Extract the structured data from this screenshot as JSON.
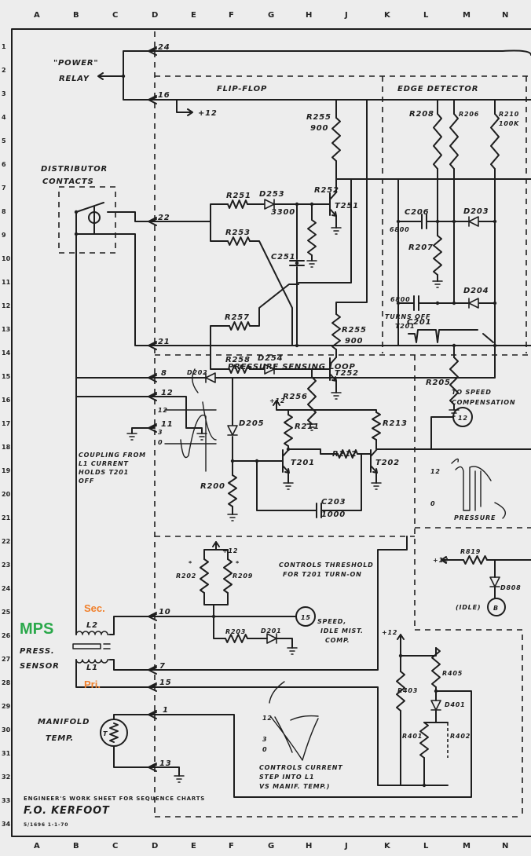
{
  "grid": {
    "columns": [
      "A",
      "B",
      "C",
      "D",
      "E",
      "F",
      "G",
      "H",
      "J",
      "K",
      "L",
      "M",
      "N"
    ],
    "rows": [
      "1",
      "2",
      "3",
      "4",
      "5",
      "6",
      "7",
      "8",
      "9",
      "10",
      "11",
      "12",
      "13",
      "14",
      "15",
      "16",
      "17",
      "18",
      "19",
      "20",
      "21",
      "22",
      "23",
      "24",
      "25",
      "26",
      "27",
      "28",
      "29",
      "30",
      "31",
      "32",
      "33",
      "34"
    ]
  },
  "sections": {
    "flip_flop": "FLIP-FLOP",
    "edge_detector": "EDGE DETECTOR",
    "pressure_loop": "PRESSURE SENSING LOOP"
  },
  "terminals": {
    "t24": "24",
    "t16": "16",
    "t22": "22",
    "t21": "21",
    "t12": "12",
    "t11": "11",
    "t8": "8",
    "t10": "10",
    "t7": "7",
    "t15": "15",
    "t1": "1",
    "t13": "13"
  },
  "labels": {
    "power": "\"POWER\"",
    "relay": "RELAY",
    "plus12": "+12",
    "distributor": "DISTRIBUTOR",
    "contacts": "CONTACTS",
    "turns_off_1": "TURNS OFF",
    "turns_off_2": "T201",
    "coupling": [
      "COUPLING FROM",
      "L1 CURRENT",
      "HOLDS T201",
      "OFF"
    ],
    "to_speed_1": "TO SPEED",
    "to_speed_2": "COMPENSATION",
    "circle12": "12",
    "pressure": "PRESSURE",
    "wave12": "12",
    "wave3": "3",
    "wave0": "0",
    "threshold_1": "CONTROLS THRESHOLD",
    "threshold_2": "FOR T201 TURN-ON",
    "circle15": "15",
    "speed": [
      "SPEED,",
      "IDLE MIST.",
      "COMP."
    ],
    "idle": "(IDLE)",
    "circleB": "B",
    "mps": "MPS",
    "sec": "Sec.",
    "l2": "L2",
    "press": "PRESS.",
    "sensor": "SENSOR",
    "l1": "L1",
    "pri": "Pri.",
    "manifold": "MANIFOLD",
    "temp": "TEMP.",
    "thermistor": "T",
    "controls_current": [
      "CONTROLS CURRENT",
      "STEP INTO L1",
      "VS MANIF. TEMP.)"
    ],
    "star": "*"
  },
  "components": {
    "R255a": "R255",
    "R255a_val": "900",
    "R251": "R251",
    "D253": "D253",
    "R253": "R253",
    "R252": "R252",
    "C251": "C251",
    "C251_val": "3300",
    "T251": "T251",
    "R257": "R257",
    "R258": "R258",
    "D254": "D254",
    "R256": "R256",
    "R255b": "R255",
    "R255b_val": "900",
    "T252": "T252",
    "R208": "R208",
    "R206": "R206",
    "R210": "R210",
    "R210_val": "100K",
    "C206": "C206",
    "C206_val": "6800",
    "D203": "D203",
    "R207": "R207",
    "C201": "C201",
    "C201_val": "6800",
    "D204": "D204",
    "R205": "R205",
    "D202": "D202",
    "D205": "D205",
    "R211": "R211",
    "R213": "R213",
    "T201": "T201",
    "R212": "R212",
    "T202": "T202",
    "R200": "R200",
    "C203": "C203",
    "C203_val": "1000",
    "R202": "R202",
    "R209": "R209",
    "R203": "R203",
    "D201": "D201",
    "R819": "R819",
    "D808": "D808",
    "R405": "R405",
    "R403": "R403",
    "D401": "D401",
    "R401": "R401",
    "R402": "R402"
  },
  "footer": {
    "title": "ENGINEER'S WORK SHEET FOR SEQUENCE CHARTS",
    "author": "F.O. KERFOOT",
    "number": "5/1696 1-1-70"
  }
}
